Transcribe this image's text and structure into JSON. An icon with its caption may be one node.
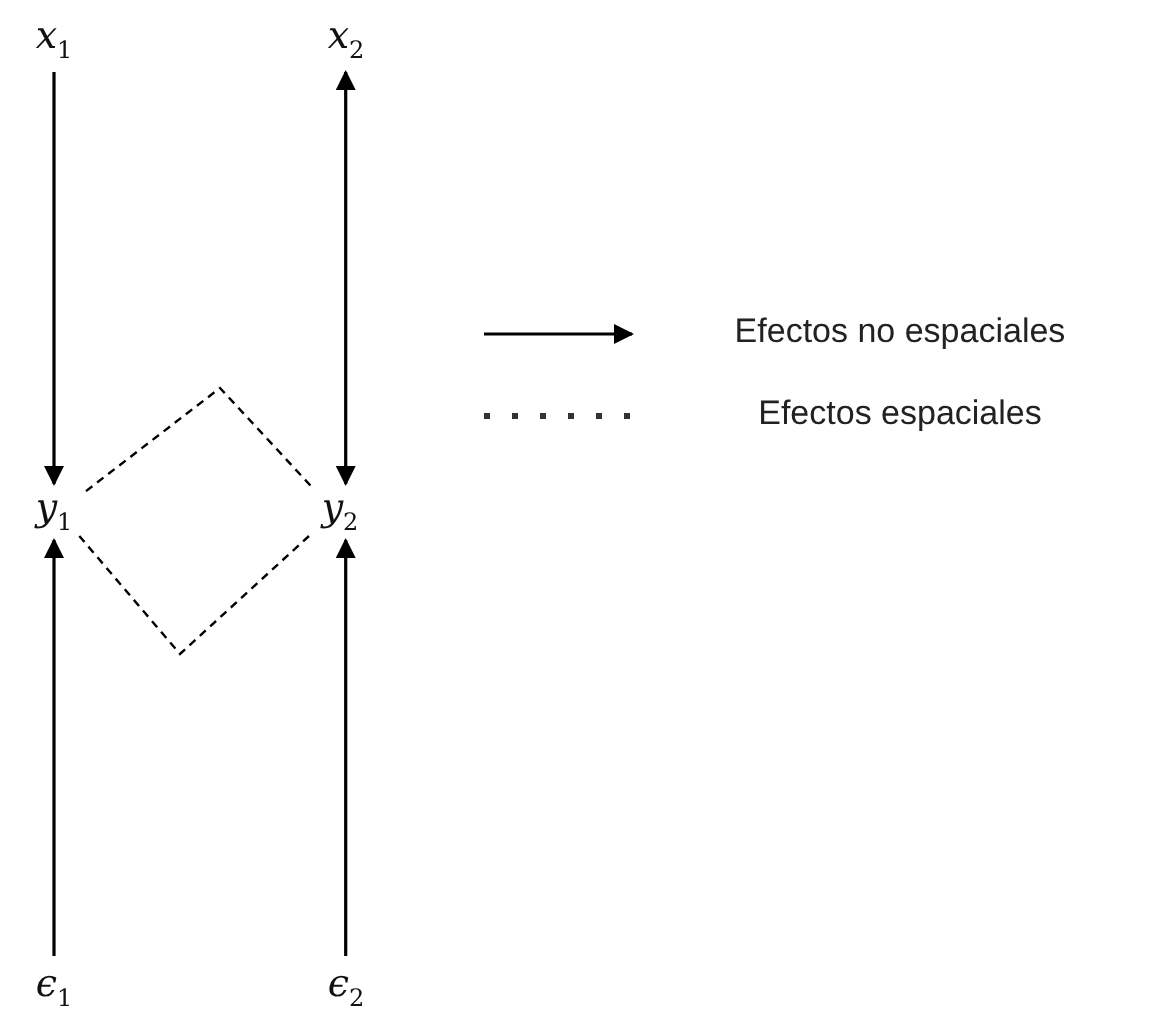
{
  "diagram": {
    "nodes": [
      {
        "text": [
          "*x*$_{1}$"
        ]
      },
      {
        "text": [
          "*x*$_{2}$"
        ]
      },
      {
        "text": [
          "*y*$_{1}$"
        ]
      },
      {
        "text": [
          "*y*$_{2}$"
        ]
      },
      {
        "text": [
          "*ϵ*$_{1}$"
        ]
      },
      {
        "text": [
          "*ϵ*$_{2}$"
        ]
      }
    ],
    "edges": [
      {
        "from": 0,
        "to": 2,
        "arrow": "to"
      },
      {
        "from": 1,
        "to": 3,
        "arrow": "both"
      },
      {
        "from": 2,
        "to": 3,
        "arrow": "none",
        "style": "dashed"
      },
      {
        "from": 2,
        "to": 3,
        "arrow": "none",
        "style": "dashed"
      },
      {
        "from": 4,
        "to": 2,
        "arrow": "to"
      },
      {
        "from": 5,
        "to": 3,
        "arrow": "to"
      }
    ],
    "legend": [
      {
        "text": "Efectos no espaciales"
      },
      {
        "text": "Efectos espaciales"
      }
    ]
  }
}
